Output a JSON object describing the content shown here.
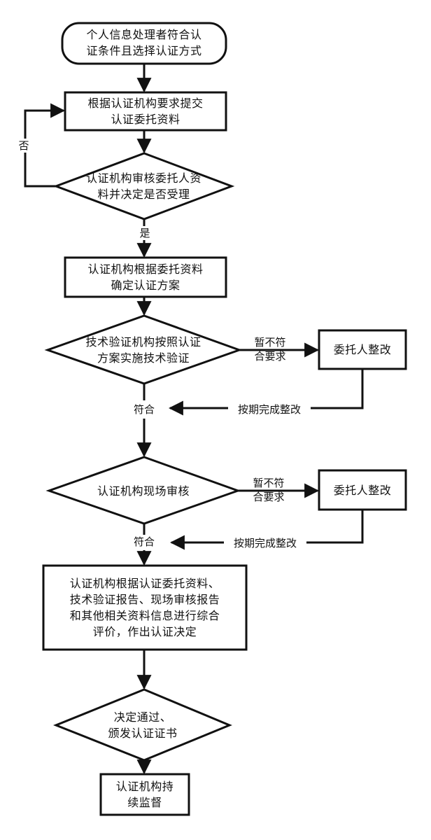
{
  "flowchart": {
    "start": "个人信息处理者符合认\n证条件且选择认证方式",
    "submit": "根据认证机构要求提交\n认证委托资料",
    "review": "认证机构审核委托人资\n料并决定是否受理",
    "no_label": "否",
    "yes_label": "是",
    "plan": "认证机构根据委托资料\n确定认证方案",
    "tech_verify": "技术验证机构按照认证\n方案实施技术验证",
    "not_meet_1": "暂不符\n合要求",
    "rectify_1": "委托人整改",
    "complete_1": "按期完成整改",
    "meet_1": "符合",
    "onsite": "认证机构现场审核",
    "not_meet_2": "暂不符\n合要求",
    "rectify_2": "委托人整改",
    "complete_2": "按期完成整改",
    "meet_2": "符合",
    "evaluate": "认证机构根据认证委托资料、\n技术验证报告、现场审核报告\n和其他相关资料信息进行综合\n评价，作出认证决定",
    "decision": "决定通过、\n颁发认证证书",
    "supervise": "认证机构持\n续监督"
  }
}
